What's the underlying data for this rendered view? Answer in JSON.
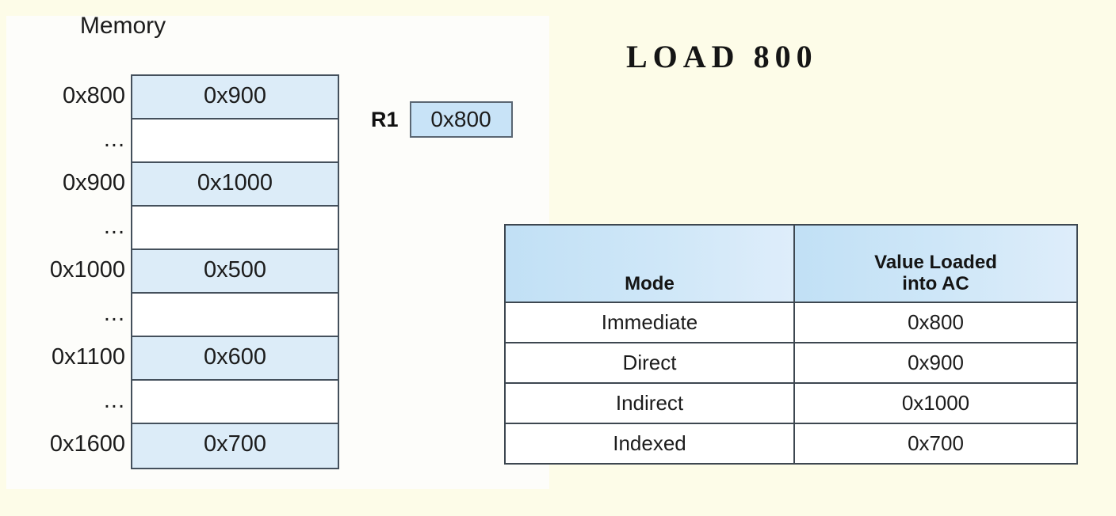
{
  "background_color": "#fdfce8",
  "panel_color": "#fdfdfa",
  "accent_blue_cell": "#dcecf8",
  "accent_blue_header": "#c1e0f5",
  "border_color": "#3d4750",
  "instruction": {
    "heading": "LOAD 800"
  },
  "memory": {
    "title": "Memory",
    "rows": [
      {
        "address": "0x800",
        "value": "0x900",
        "filled": true
      },
      {
        "address": "...",
        "value": "",
        "filled": false
      },
      {
        "address": "0x900",
        "value": "0x1000",
        "filled": true
      },
      {
        "address": "...",
        "value": "",
        "filled": false
      },
      {
        "address": "0x1000",
        "value": "0x500",
        "filled": true
      },
      {
        "address": "...",
        "value": "",
        "filled": false
      },
      {
        "address": "0x1100",
        "value": "0x600",
        "filled": true
      },
      {
        "address": "...",
        "value": "",
        "filled": false
      },
      {
        "address": "0x1600",
        "value": "0x700",
        "filled": true
      }
    ]
  },
  "register": {
    "label": "R1",
    "value": "0x800"
  },
  "modes_table": {
    "headers": {
      "mode": "Mode",
      "value_line1": "Value Loaded",
      "value_line2": "into AC"
    },
    "rows": [
      {
        "mode": "Immediate",
        "value": "0x800"
      },
      {
        "mode": "Direct",
        "value": "0x900"
      },
      {
        "mode": "Indirect",
        "value": "0x1000"
      },
      {
        "mode": "Indexed",
        "value": "0x700"
      }
    ]
  }
}
